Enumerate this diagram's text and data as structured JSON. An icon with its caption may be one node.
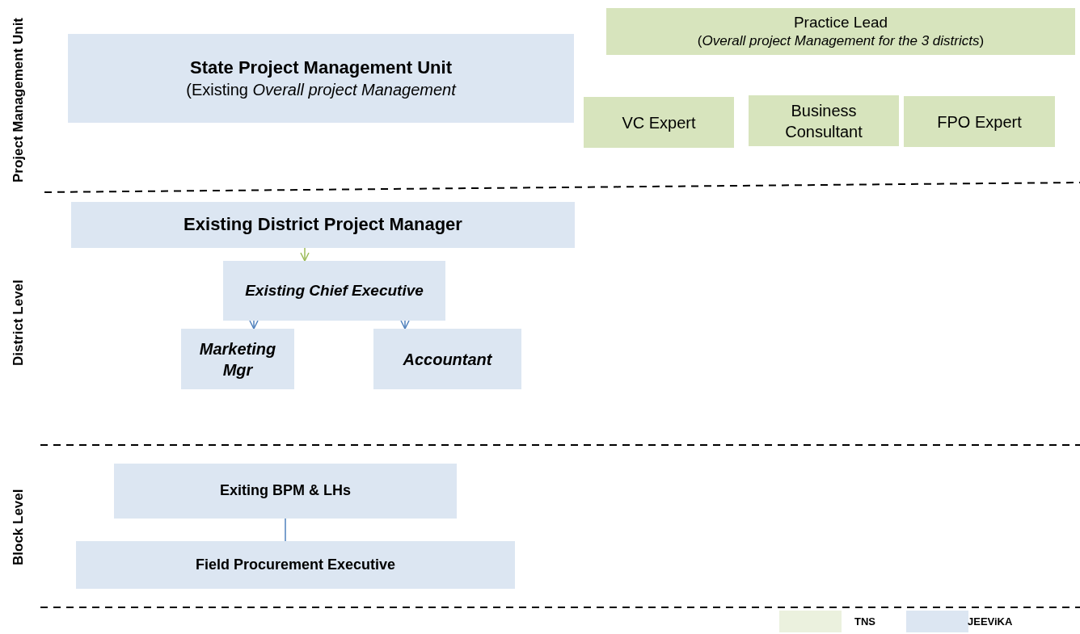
{
  "diagram": {
    "nodes": [
      {
        "text": [
          "State Project Management Unit",
          "(Existing *Overall project Management*"
        ]
      },
      {
        "text": [
          "Practice Lead",
          "(*Overall project Management for the 3 districts*)"
        ]
      },
      {
        "text": [
          "VC Expert"
        ]
      },
      {
        "text": [
          "Business Consultant"
        ]
      },
      {
        "text": [
          "FPO Expert"
        ]
      },
      {
        "text": [
          "Existing District Project Manager"
        ]
      },
      {
        "text": [
          "Existing Chief Executive"
        ]
      },
      {
        "text": [
          "Marketing Mgr"
        ]
      },
      {
        "text": [
          "Accountant"
        ]
      },
      {
        "text": [
          "Exiting BPM & LHs"
        ]
      },
      {
        "text": [
          "Field Procurement Executive"
        ]
      }
    ],
    "edges": [
      {
        "from": 5,
        "to": 6,
        "arrow": "to",
        "color": "#9bbb59"
      },
      {
        "from": 6,
        "to": 7,
        "arrow": "to"
      },
      {
        "from": 6,
        "to": 8,
        "arrow": "to"
      },
      {
        "from": 9,
        "to": 10,
        "arrow": "none"
      }
    ],
    "labels": [
      "Project Management Unit",
      "District Level",
      "Block Level"
    ],
    "legend": [
      {
        "text": "TNS",
        "color": "#ebf1de"
      },
      {
        "text": "JEEViKA",
        "color": "#dce6f2"
      }
    ]
  }
}
